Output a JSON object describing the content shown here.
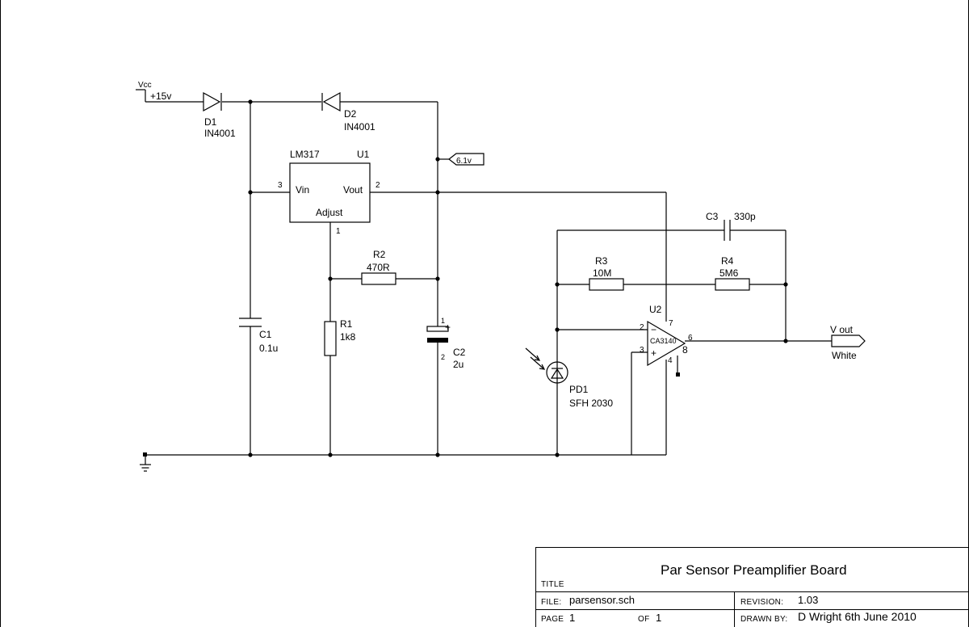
{
  "power": {
    "vcc_label": "Vcc",
    "vcc_value": "+15v"
  },
  "nodes": {
    "v61_label": "6.1v"
  },
  "components": {
    "d1": {
      "ref": "D1",
      "value": "IN4001"
    },
    "d2": {
      "ref": "D2",
      "value": "IN4001"
    },
    "u1": {
      "part": "LM317",
      "ref": "U1",
      "pin_vin": "Vin",
      "pin_vout": "Vout",
      "pin_adjust": "Adjust",
      "pin3": "3",
      "pin2": "2",
      "pin1": "1"
    },
    "c1": {
      "ref": "C1",
      "value": "0.1u"
    },
    "r1": {
      "ref": "R1",
      "value": "1k8"
    },
    "r2": {
      "ref": "R2",
      "value": "470R"
    },
    "c2": {
      "ref": "C2",
      "value": "2u",
      "pin1": "1",
      "pin2": "2",
      "plus": "+"
    },
    "c3": {
      "ref": "C3",
      "value": "330p"
    },
    "r3": {
      "ref": "R3",
      "value": "10M"
    },
    "r4": {
      "ref": "R4",
      "value": "5M6"
    },
    "u2": {
      "ref": "U2",
      "part": "CA3140",
      "pin7": "7",
      "pin2": "2",
      "pin3": "3",
      "pin6": "6",
      "pin8": "8",
      "pin4": "4",
      "minus": "−",
      "plus": "+"
    },
    "pd1": {
      "ref": "PD1",
      "value": "SFH 2030"
    }
  },
  "output": {
    "label": "V out",
    "color": "White"
  },
  "title_block": {
    "title": "Par Sensor Preamplifier Board",
    "title_caption": "TITLE",
    "file_caption": "FILE:",
    "file": "parsensor.sch",
    "revision_caption": "REVISION:",
    "revision": "1.03",
    "page_caption": "PAGE",
    "page": "1",
    "of_caption": "OF",
    "of": "1",
    "drawn_caption": "DRAWN BY:",
    "drawn_by": "D Wright  6th  June 2010"
  }
}
